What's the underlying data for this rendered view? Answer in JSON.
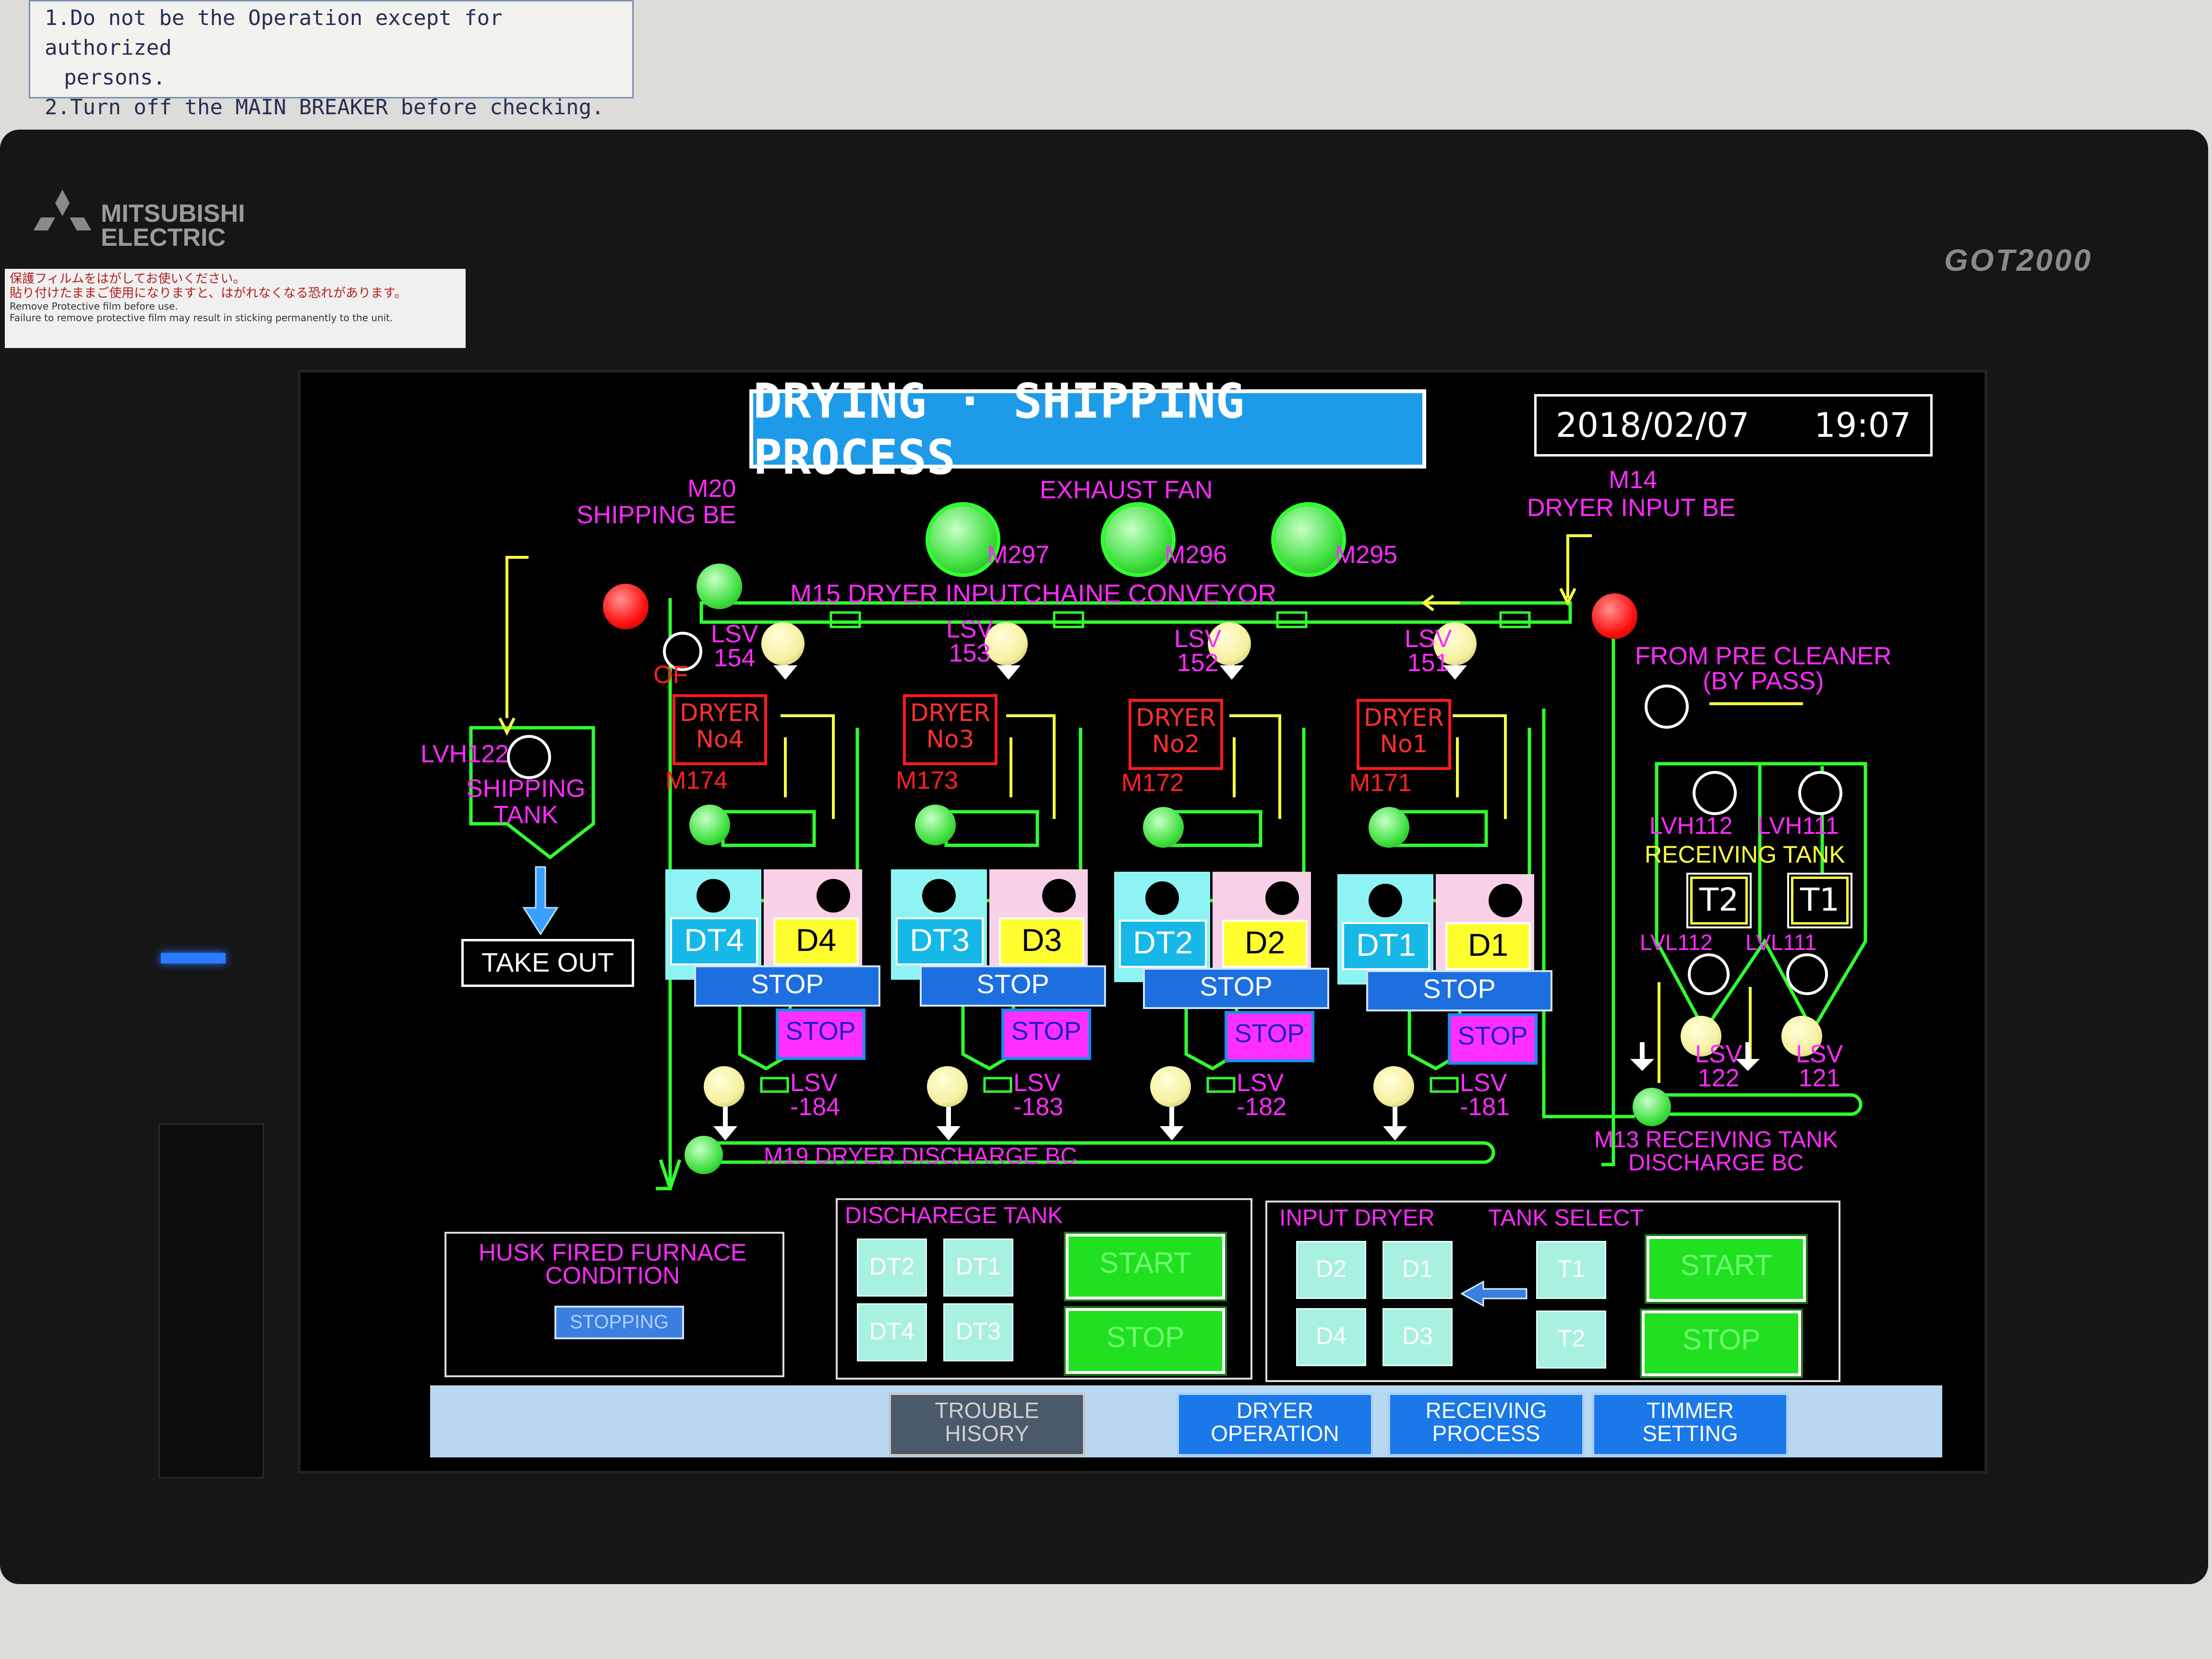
{
  "notice": {
    "line1": "1.Do not be the Operation except for authorized",
    "line2": "persons.",
    "line3": "2.Turn off the MAIN BREAKER before checking."
  },
  "device": {
    "brand_line1": "MITSUBISHI",
    "brand_line2": "ELECTRIC",
    "model": "GOT2000",
    "sticker_jp1": "保護フィルムをはがしてお使いください。",
    "sticker_jp2": "貼り付けたままご使用になりますと、はがれなくなる恐れがあります。",
    "sticker_en1": "Remove Protective film before use.",
    "sticker_en2": "Failure to remove protective film may result in sticking permanently to the unit."
  },
  "hmi": {
    "title": "DRYING · SHIPPING PROCESS",
    "date": "2018/02/07",
    "time": "19:07",
    "exhaust_fan": "EXHAUST FAN",
    "fans": [
      "M297",
      "M296",
      "M295"
    ],
    "m20": "M20",
    "shipping_be": "SHIPPING BE",
    "m14": "M14",
    "dryer_input_be": "DRYER INPUT BE",
    "conveyor": "M15 DRYER INPUTCHAINE CONVEYOR",
    "arrow": "←",
    "of": "OF",
    "lsv_top": [
      {
        "a": "LSV",
        "b": "154"
      },
      {
        "a": "LSV",
        "b": "153"
      },
      {
        "a": "LSV",
        "b": "152"
      },
      {
        "a": "LSV",
        "b": "151"
      }
    ],
    "dryers": [
      {
        "l1": "DRYER",
        "l2": "No4",
        "motor": "M174",
        "dt": "DT4",
        "d": "D4",
        "stop_status": "STOP",
        "stop_btn": "STOP",
        "lsv1": "LSV",
        "lsv2": "-184"
      },
      {
        "l1": "DRYER",
        "l2": "No3",
        "motor": "M173",
        "dt": "DT3",
        "d": "D3",
        "stop_status": "STOP",
        "stop_btn": "STOP",
        "lsv1": "LSV",
        "lsv2": "-183"
      },
      {
        "l1": "DRYER",
        "l2": "No2",
        "motor": "M172",
        "dt": "DT2",
        "d": "D2",
        "stop_status": "STOP",
        "stop_btn": "STOP",
        "lsv1": "LSV",
        "lsv2": "-182"
      },
      {
        "l1": "DRYER",
        "l2": "No1",
        "motor": "M171",
        "dt": "DT1",
        "d": "D1",
        "stop_status": "STOP",
        "stop_btn": "STOP",
        "lsv1": "LSV",
        "lsv2": "-181"
      }
    ],
    "lvh122": "LVH122",
    "shipping_tank1": "SHIPPING",
    "shipping_tank2": "TANK",
    "take_out": "TAKE OUT",
    "from_pre1": "FROM PRE CLEANER",
    "from_pre2": "(BY PASS)",
    "lvh112": "LVH112",
    "lvh111": "LVH111",
    "receiving_tank": "RECEIVING TANK",
    "t2": "T2",
    "t1": "T1",
    "lvl112": "LVL112",
    "lvl111": "LVL111",
    "lsv122a": "LSV",
    "lsv122b": "122",
    "lsv121a": "LSV",
    "lsv121b": "121",
    "m13_1": "M13 RECEIVING TANK",
    "m13_2": "DISCHARGE BC",
    "m19": "M19 DRYER DISCHARGE BC",
    "husk1": "HUSK FIRED FURNACE",
    "husk2": "CONDITION",
    "husk_status": "STOPPING",
    "discharge_title": "DISCHAREGE TANK",
    "discharge_btns": [
      "DT2",
      "DT1",
      "DT4",
      "DT3"
    ],
    "discharge_start": "START",
    "discharge_stop": "STOP",
    "input_title": "INPUT DRYER",
    "tank_select": "TANK SELECT",
    "input_btns": [
      "D2",
      "D1",
      "D4",
      "D3"
    ],
    "tank_btns": [
      "T1",
      "T2"
    ],
    "input_start": "START",
    "input_stop": "STOP",
    "nav": {
      "trouble1": "TROUBLE",
      "trouble2": "HISORY",
      "dryer1": "DRYER",
      "dryer2": "OPERATION",
      "recv1": "RECEIVING",
      "recv2": "PROCESS",
      "timer1": "TIMMER",
      "timer2": "SETTING"
    }
  },
  "colors": {
    "pipe_green": "#30ff30",
    "pipe_yellow": "#ffff40",
    "label_magenta": "#ff2bff",
    "title_blue": "#1d9be8"
  }
}
